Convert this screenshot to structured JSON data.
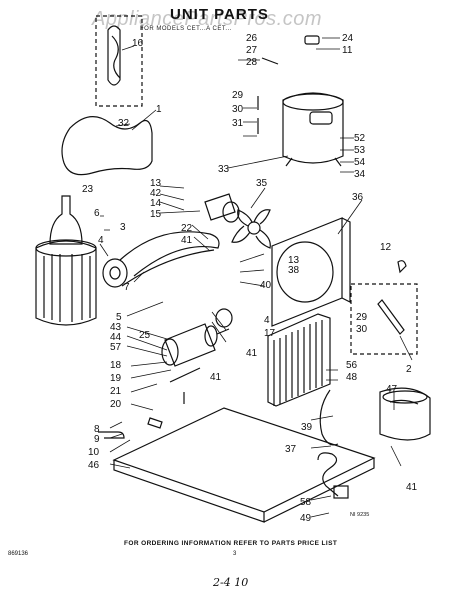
{
  "title": "UNIT PARTS",
  "watermark": "AppliancePartsPros.com",
  "header_text": "FOR MODELS CET...A CET...",
  "footer_text": "FOR ORDERING INFORMATION REFER TO PARTS PRICE LIST",
  "diagram_code": "869136",
  "page_number": "3",
  "handwritten_note": "2-4 10",
  "figure_number": "NI 9235",
  "callouts": [
    "1",
    "2",
    "3",
    "4",
    "5",
    "6",
    "7",
    "8",
    "9",
    "10",
    "11",
    "12",
    "13",
    "14",
    "15",
    "16",
    "17",
    "18",
    "19",
    "20",
    "21",
    "22",
    "23",
    "24",
    "25",
    "26",
    "27",
    "28",
    "29",
    "30",
    "31",
    "32",
    "33",
    "34",
    "35",
    "36",
    "37",
    "38",
    "39",
    "40",
    "41",
    "42",
    "43",
    "44",
    "46",
    "47",
    "48",
    "49",
    "52",
    "53",
    "54",
    "56",
    "57",
    "58"
  ]
}
